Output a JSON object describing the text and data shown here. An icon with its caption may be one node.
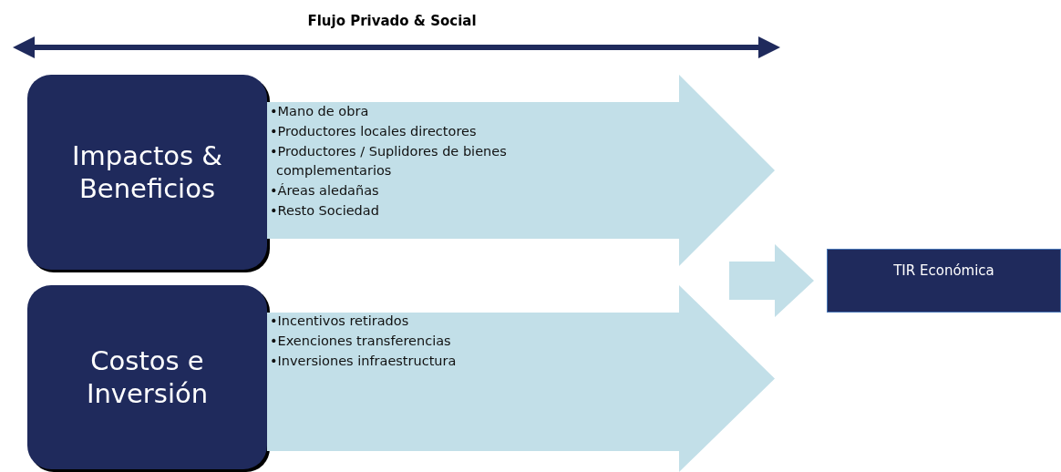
{
  "diagram": {
    "title": "Flujo Privado & Social",
    "nodes": [
      {
        "text": [
          "Impactos & Beneficios"
        ]
      },
      {
        "text": [
          "•Mano de obra",
          "•Productores locales directores",
          "•Productores / Suplidores de bienes complementarios",
          "•Áreas aledañas",
          "•Resto Sociedad"
        ]
      },
      {
        "text": [
          "Costos e Inversión"
        ]
      },
      {
        "text": [
          "•Incentivos retirados",
          "•Exenciones transferencias",
          "•Inversiones infraestructura"
        ]
      },
      {
        "text": [
          "TIR Económica"
        ]
      }
    ],
    "edges": [
      {
        "from": 1,
        "to": 4,
        "arrow": "to",
        "style": "thick",
        "color": "#c2dfe8"
      },
      {
        "from": 3,
        "to": 4,
        "arrow": "to",
        "style": "thick",
        "color": "#c2dfe8"
      }
    ]
  }
}
